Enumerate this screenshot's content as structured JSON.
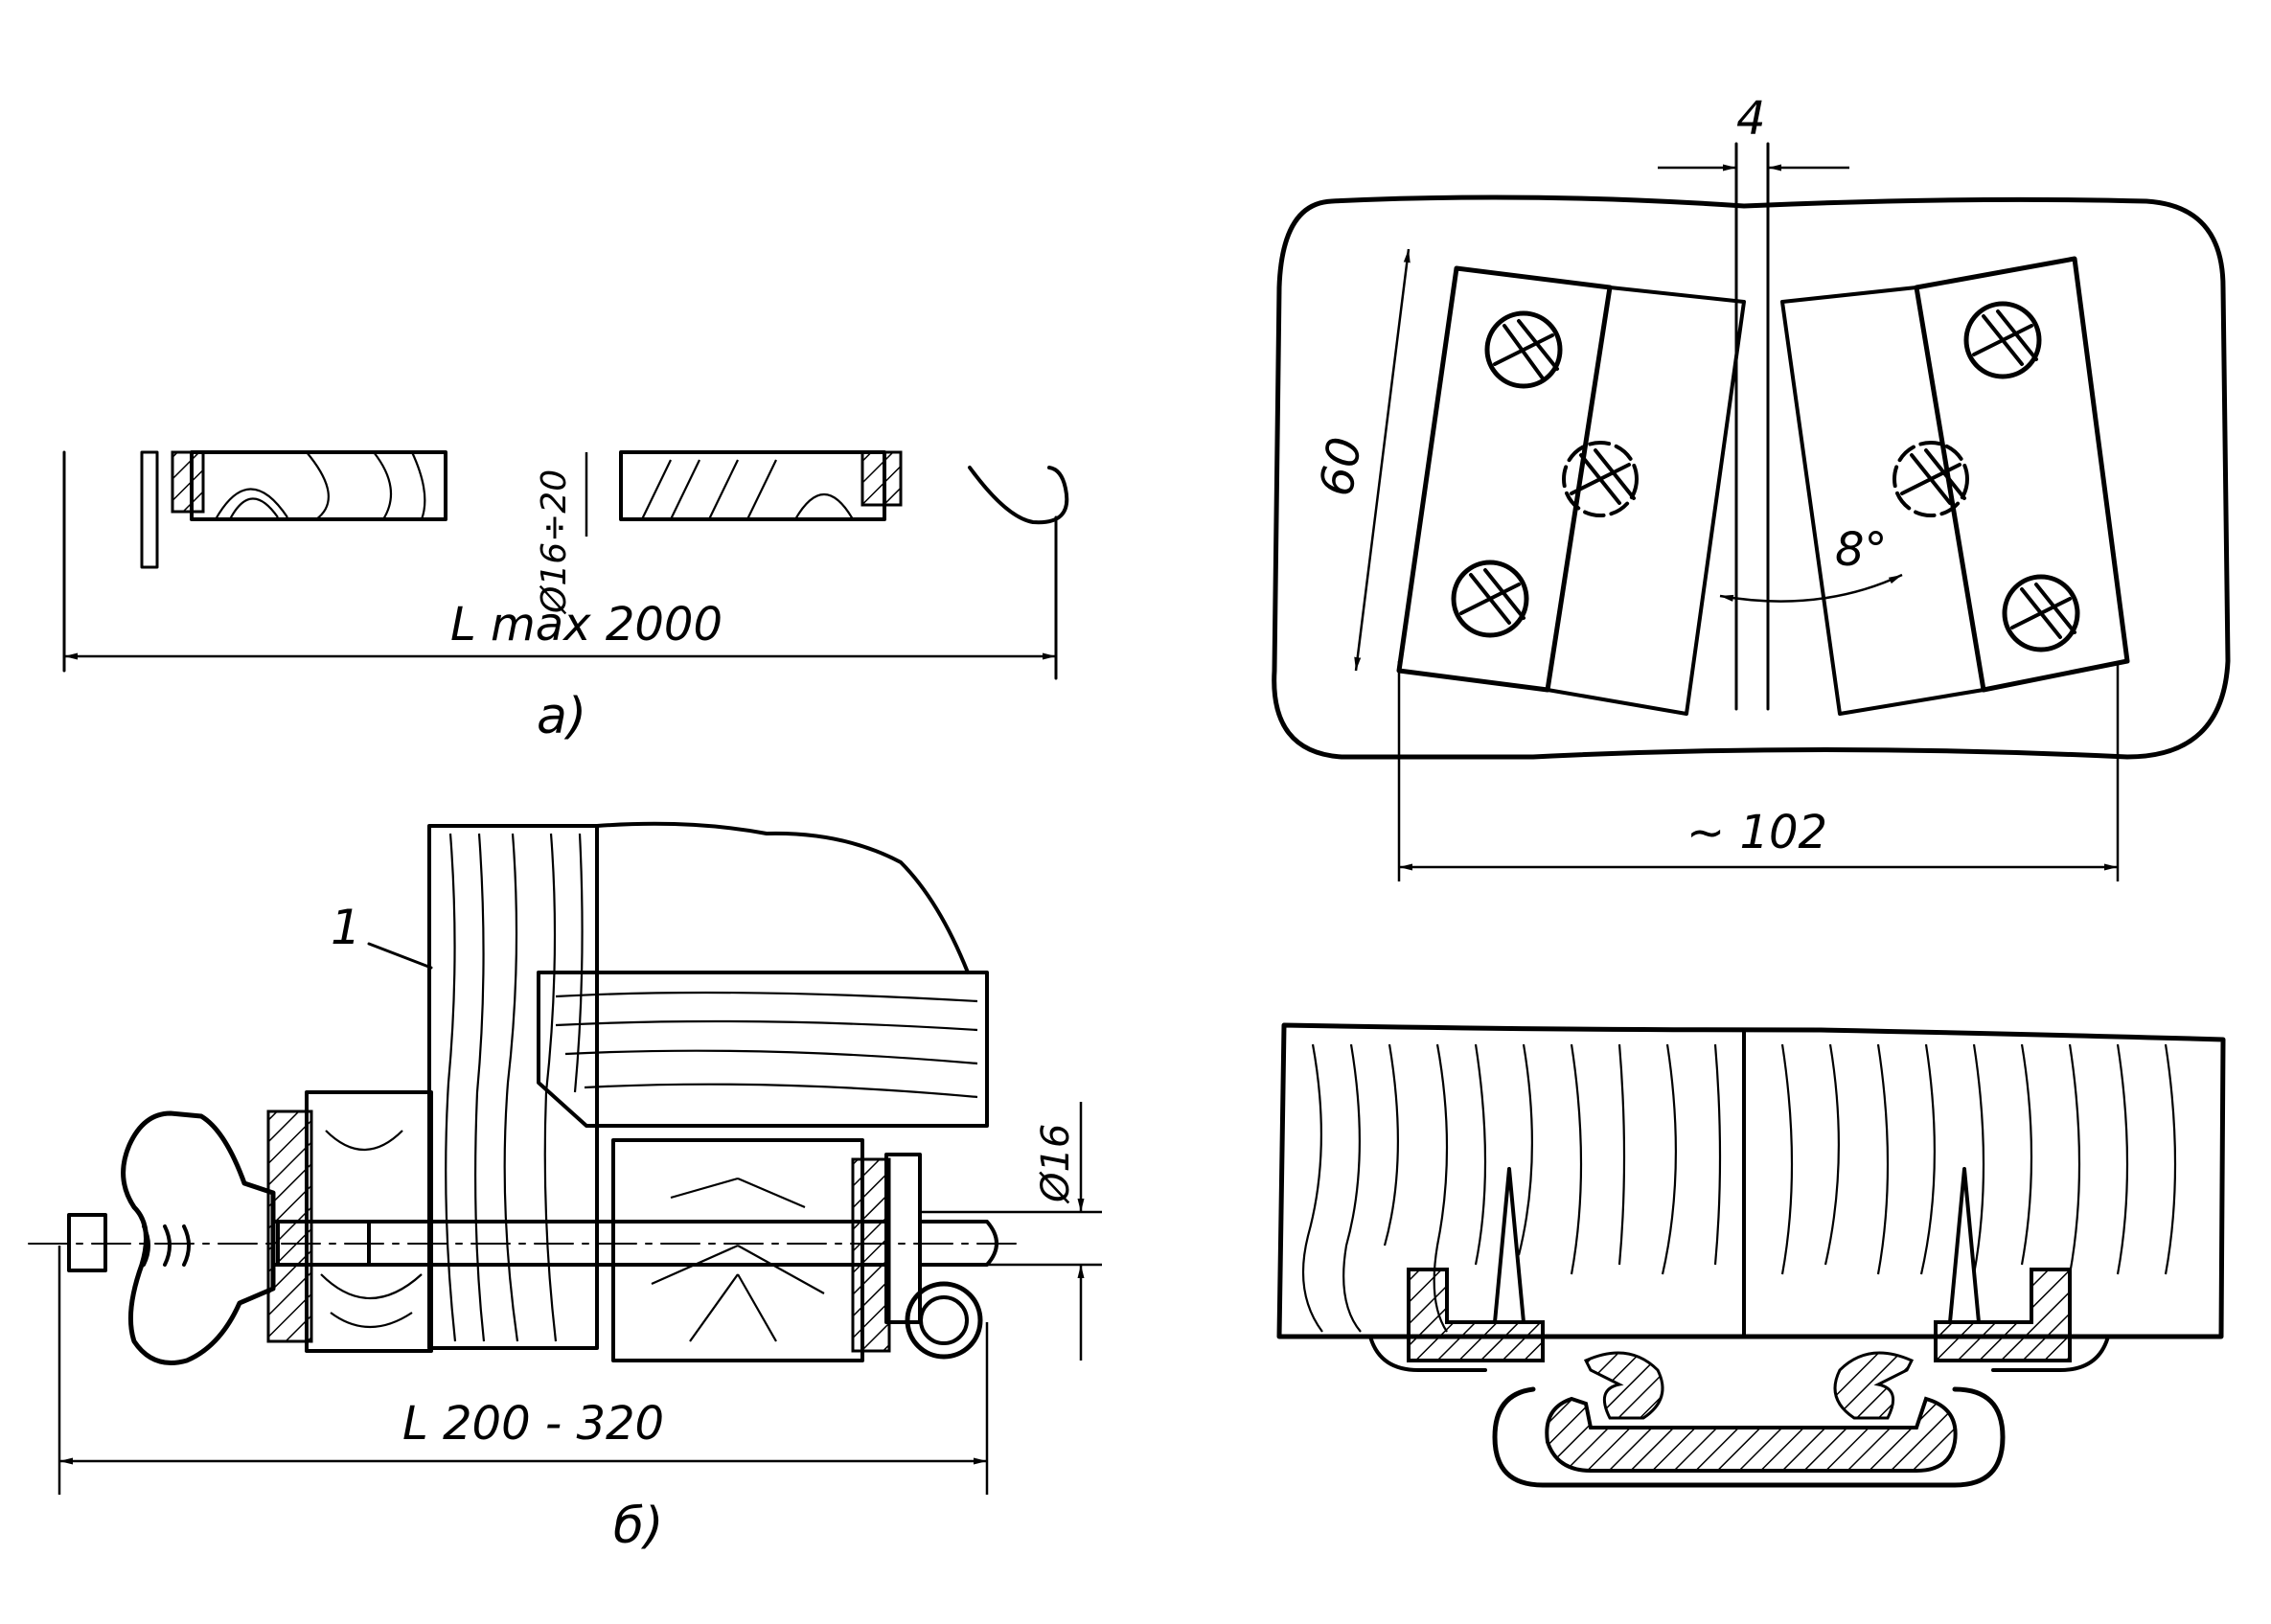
{
  "figure_a": {
    "label": "а)",
    "length_dim": "L max 2000",
    "diameter_dim": "Ø16÷20"
  },
  "figure_b": {
    "label": "б)",
    "length_dim": "L 200 - 320",
    "diameter_dim": "Ø16",
    "leader_number": "1"
  },
  "figure_c": {
    "gap_dim": "4",
    "height_dim": "60",
    "angle_dim": "8°",
    "width_dim": "~ 102"
  }
}
